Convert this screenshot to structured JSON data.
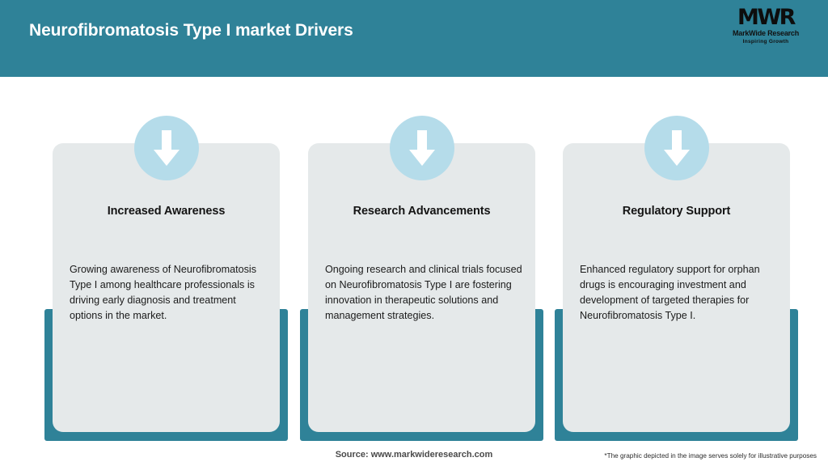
{
  "header": {
    "title": "Neurofibromatosis Type I market Drivers",
    "background_color": "#2f8298",
    "title_color": "#ffffff",
    "logo": {
      "mark": "MWR",
      "name": "MarkWide Research",
      "tagline": "Inspiring Growth"
    }
  },
  "theme": {
    "accent_teal": "#2f8298",
    "card_gray": "#e5e9ea",
    "icon_circle_blue": "#b5dcea",
    "arrow_white": "#ffffff"
  },
  "cards": [
    {
      "icon": "down-arrow-icon",
      "title": "Increased Awareness",
      "body": "Growing awareness of Neurofibromatosis Type I among healthcare professionals is driving early diagnosis and treatment options in the market."
    },
    {
      "icon": "down-arrow-icon",
      "title": "Research Advancements",
      "body": "Ongoing research and clinical trials focused on Neurofibromatosis Type I are fostering innovation in therapeutic solutions and management strategies."
    },
    {
      "icon": "down-arrow-icon",
      "title": "Regulatory Support",
      "body": "Enhanced regulatory support for orphan drugs is encouraging investment and development of targeted therapies for Neurofibromatosis Type I."
    }
  ],
  "footer": {
    "source": "Source: www.markwideresearch.com",
    "disclaimer": "*The graphic depicted in the image serves solely for illustrative purposes"
  }
}
